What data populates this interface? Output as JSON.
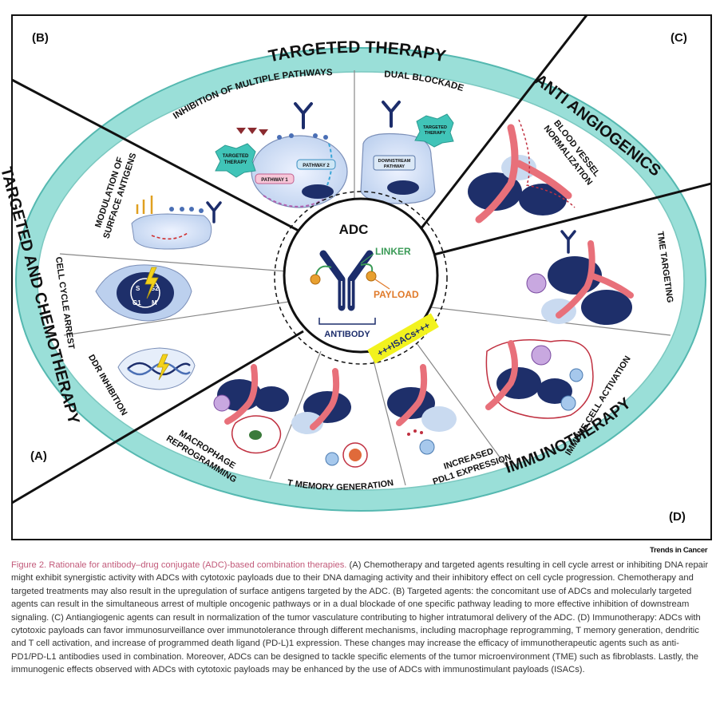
{
  "panels": {
    "a": "(A)",
    "b": "(B)",
    "c": "(C)",
    "d": "(D)"
  },
  "ring": {
    "targeted_therapy": "TARGETED THERAPY",
    "targeted_chemo": "TARGETED AND CHEMOTHERAPY",
    "anti_angiogenics": "ANTI ANGIOGENICS",
    "immunotherapy": "IMMUNOTHERAPY"
  },
  "segments": {
    "inhibition_multiple": "INHIBITION OF MULTIPLE PATHWAYS",
    "dual_blockade": "DUAL BLOCKADE",
    "blood_vessel_1": "BLOOD VESSEL",
    "blood_vessel_2": "NORMALIZATION",
    "modulation_1": "MODULATION OF",
    "modulation_2": "SURFACE ANTIGENS",
    "cell_cycle_arrest": "CELL CYCLE ARREST",
    "ddr_inhibition": "DDR INHIBITION",
    "tme_targeting": "TME TARGETING",
    "immune_cell_activation": "IMMUNE CELL ACTIVATION",
    "macrophage_1": "MACROPHAGE",
    "macrophage_2": "REPROGRAMMING",
    "t_memory": "T MEMORY GENERATION",
    "pdl1_1": "INCREASED",
    "pdl1_2": "PDL1 EXPRESSION"
  },
  "inset_labels": {
    "targeted_therapy_1": "TARGETED",
    "targeted_therapy_2": "THERAPY",
    "pathway_1": "PATHWAY 1",
    "pathway_2": "PATHWAY 2",
    "downstream_1": "DOWNSTREAM",
    "downstream_2": "PATHWAY",
    "phase_s": "S",
    "phase_g2": "G2",
    "phase_g1": "G1",
    "phase_m": "M"
  },
  "center": {
    "title": "ADC",
    "linker": "LINKER",
    "payload": "PAYLOAD",
    "antibody": "ANTIBODY",
    "isacs": "+++ISACs+++"
  },
  "colors": {
    "ring": "#9adfd8",
    "ring_stroke": "#55b8b0",
    "antibody": "#1c2d6b",
    "linker": "#3a9a56",
    "payload": "#e07a2a",
    "isacs_highlight": "#f2f21e",
    "vessel": "#e8707a",
    "tumor_cell": "#1e2f6a",
    "caption_title": "#c25a7a"
  },
  "footer": {
    "brand": "Trends in Cancer"
  },
  "caption": {
    "title": "Figure 2. Rationale for antibody–drug conjugate (ADC)-based combination therapies.",
    "body": "(A) Chemotherapy and targeted agents resulting in cell cycle arrest or inhibiting DNA repair might exhibit synergistic activity with ADCs with cytotoxic payloads due to their DNA damaging activity and their inhibitory effect on cell cycle progression. Chemotherapy and targeted treatments may also result in the upregulation of surface antigens targeted by the ADC. (B) Targeted agents: the concomitant use of ADCs and molecularly targeted agents can result in the simultaneous arrest of multiple oncogenic pathways or in a dual blockade of one specific pathway leading to more effective inhibition of downstream signaling. (C) Antiangiogenic agents can result in normalization of the tumor vasculature contributing to higher intratumoral delivery of the ADC. (D) Immunotherapy: ADCs with cytotoxic payloads can favor immunosurveillance over immunotolerance through different mechanisms, including macrophage reprogramming, T memory generation, dendritic and T cell activation, and increase of programmed death ligand (PD-L)1 expression. These changes may increase the efficacy of immunotherapeutic agents such as anti-PD1/PD-L1 antibodies used in combination. Moreover, ADCs can be designed to tackle specific elements of the tumor microenvironment (TME) such as fibroblasts. Lastly, the immunogenic effects observed with ADCs with cytotoxic payloads may be enhanced by the use of ADCs with immunostimulant payloads (ISACs)."
  }
}
